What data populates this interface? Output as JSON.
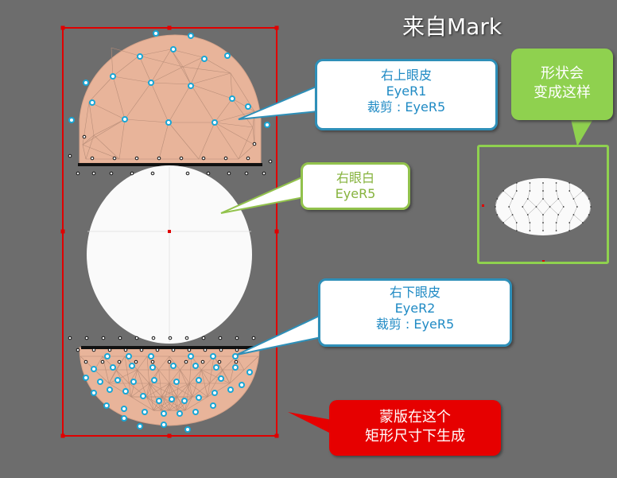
{
  "title": "来自Mark",
  "callouts": {
    "upper_lid": {
      "line1": "右上眼皮",
      "line2": "EyeR1",
      "line3": "裁剪 : EyeR5"
    },
    "eye_white": {
      "line1": "右眼白",
      "line2": "EyeR5"
    },
    "lower_lid": {
      "line1": "右下眼皮",
      "line2": "EyeR2",
      "line3": "裁剪 : EyeR5"
    },
    "shape_note": {
      "line1": "形状会",
      "line2": "变成这样"
    },
    "mask_note": {
      "line1": "蒙版在这个",
      "line2": "矩形尺寸下生成"
    }
  },
  "colors": {
    "background": "#6d6d6d",
    "skin": "#e8b49a",
    "mask_rect": "#e00000",
    "blue_callout": "#2e8fb8",
    "green_callout": "#92c24c",
    "lime": "#8fd14f",
    "red_callout": "#e60000"
  }
}
